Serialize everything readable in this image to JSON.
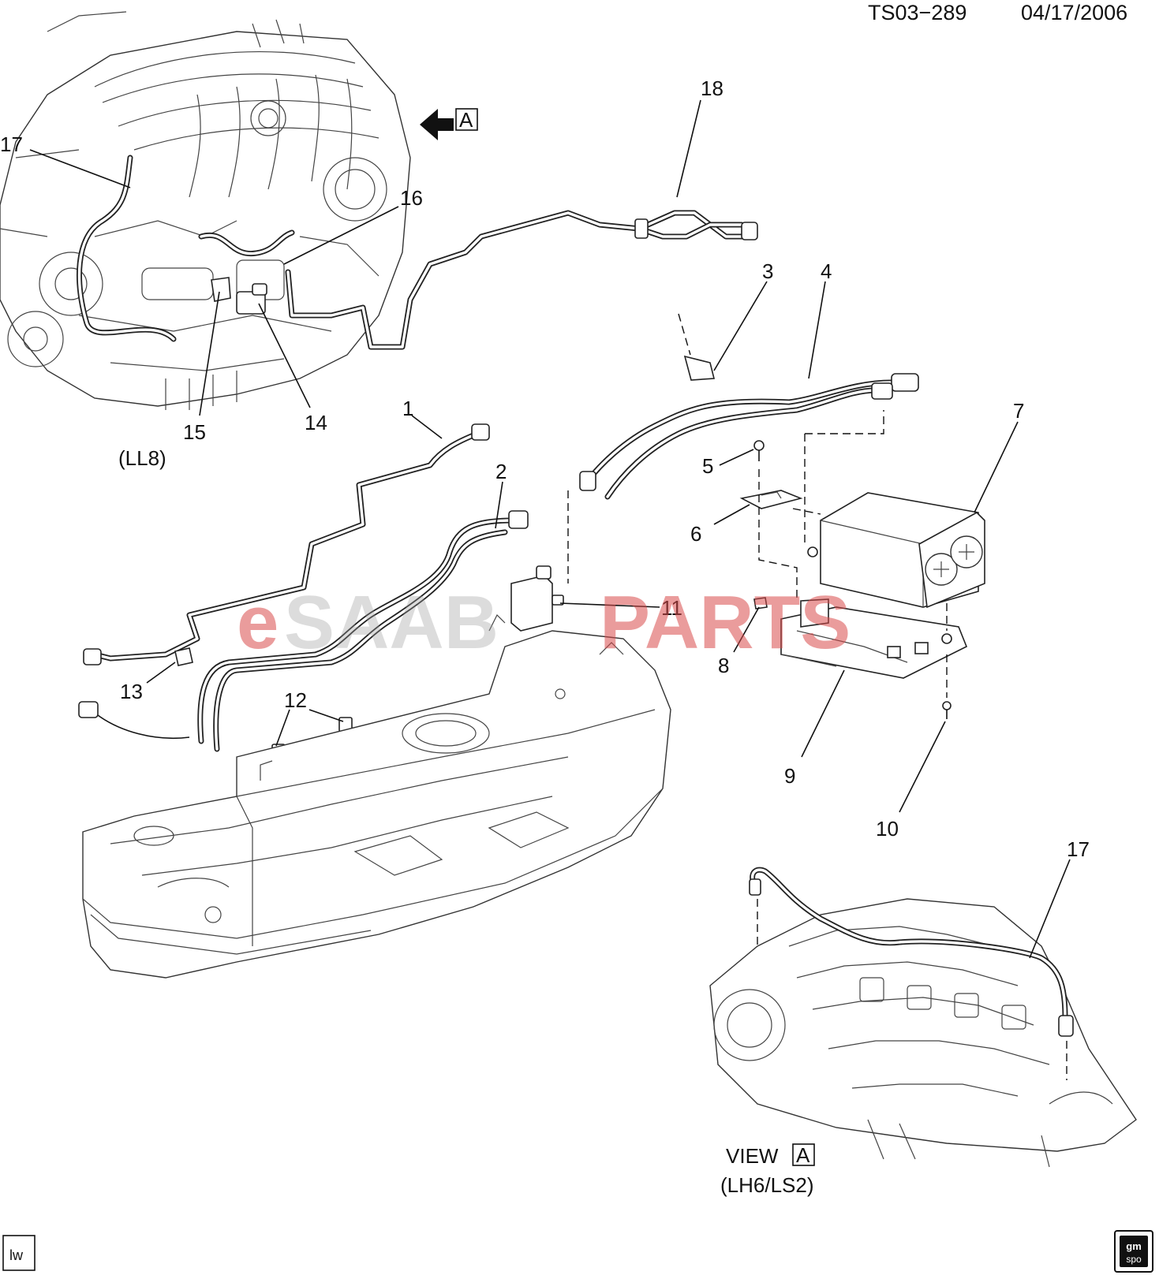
{
  "header": {
    "doc_code": "TS03−289",
    "date": "04/17/2006"
  },
  "watermark": {
    "prefix": "e",
    "middle": "SAAB",
    "brand": "PARTS",
    "color": "#d84b4b"
  },
  "views": {
    "engine_ll8_label": "(LL8)",
    "view_title": "VIEW",
    "view_ref": "A",
    "view_subtitle": "(LH6/LS2)",
    "arrow_ref": "A"
  },
  "callouts": [
    "1",
    "2",
    "3",
    "4",
    "5",
    "6",
    "7",
    "8",
    "9",
    "10",
    "11",
    "12",
    "13",
    "14",
    "15",
    "16",
    "17",
    "18",
    "17"
  ],
  "footer": {
    "author_tag": "lw",
    "logo_line1": "gm",
    "logo_line2": "spo"
  }
}
